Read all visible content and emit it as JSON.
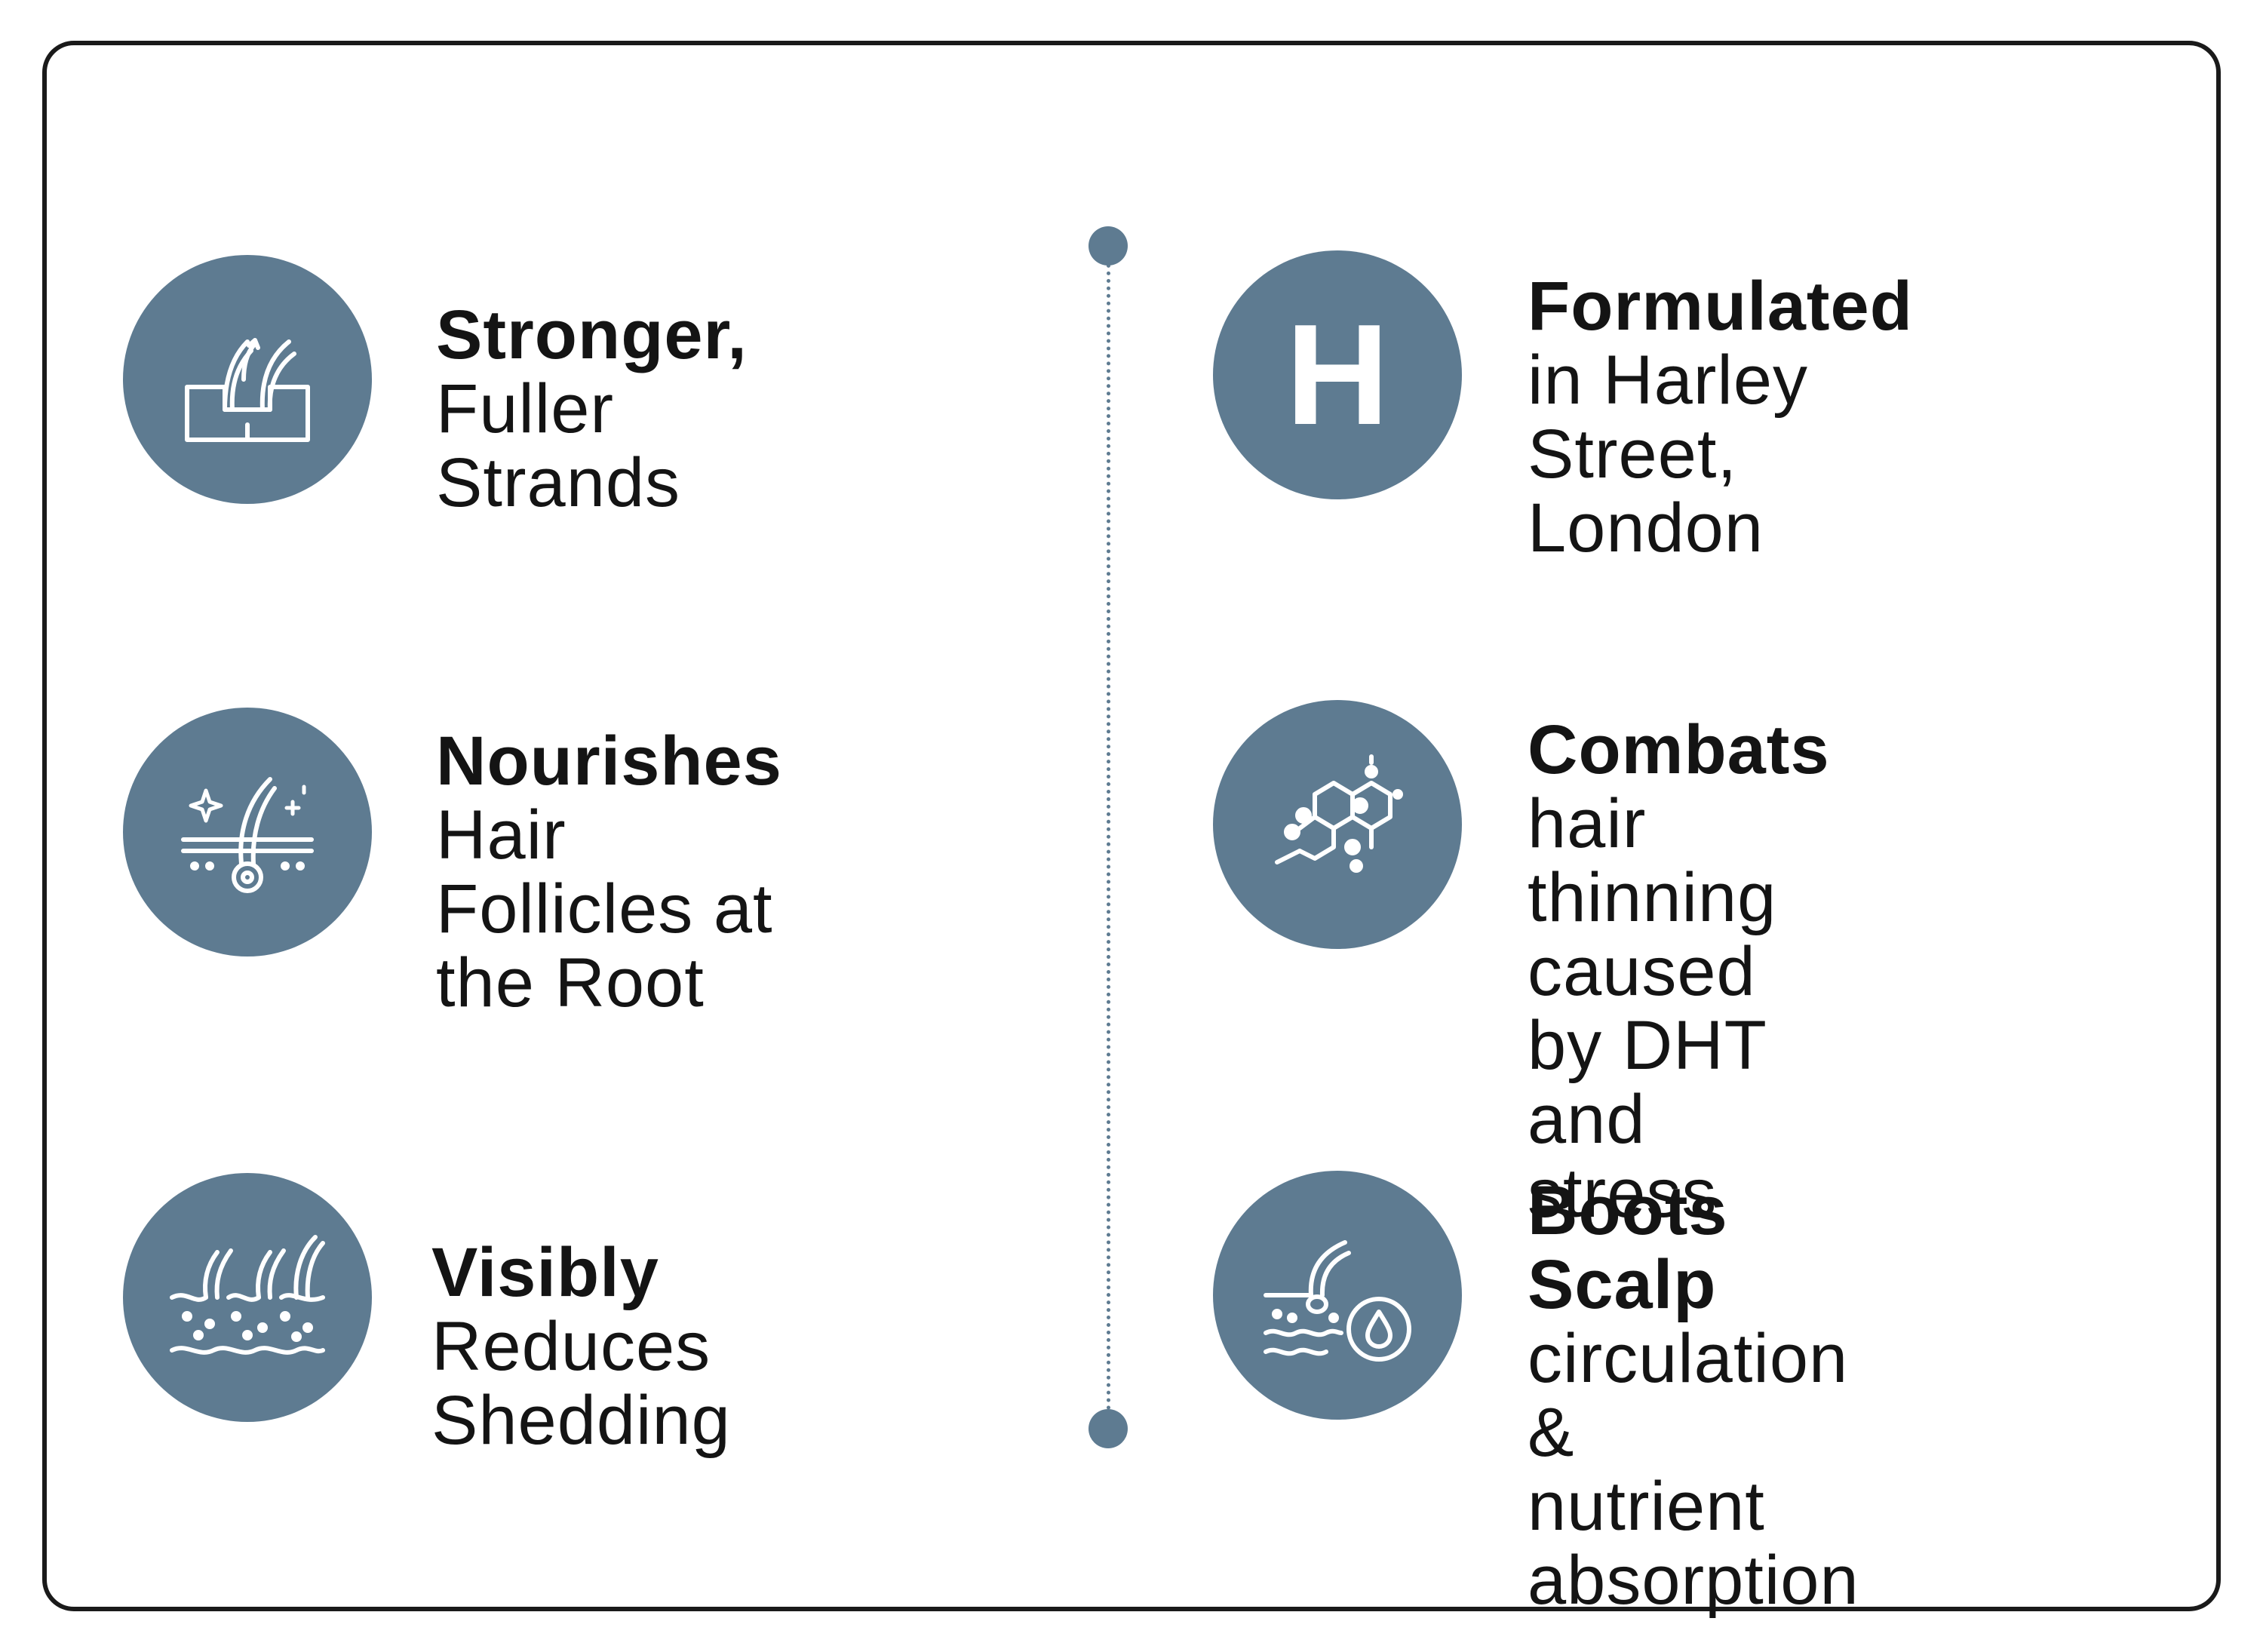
{
  "accent_color": "#5e7b91",
  "features_left": [
    {
      "icon": "hair-growth-icon",
      "title": "Stronger,",
      "desc": "Fuller Strands"
    },
    {
      "icon": "hair-follicle-icon",
      "title": "Nourishes",
      "desc": "Hair Follicles at\nthe Root"
    },
    {
      "icon": "hair-scalp-icon",
      "title": "Visibly",
      "desc": "Reduces Shedding"
    }
  ],
  "features_right": [
    {
      "icon": "harley-street-h-icon",
      "icon_letter": "H",
      "title": "Formulated",
      "desc": "in Harley Street,\nLondon"
    },
    {
      "icon": "molecule-icon",
      "title": "Combats",
      "desc": "hair thinning caused\nby DHT and stress"
    },
    {
      "icon": "scalp-droplet-icon",
      "title": "Boots Scalp",
      "desc": "circulation &\nnutrient absorption"
    }
  ]
}
